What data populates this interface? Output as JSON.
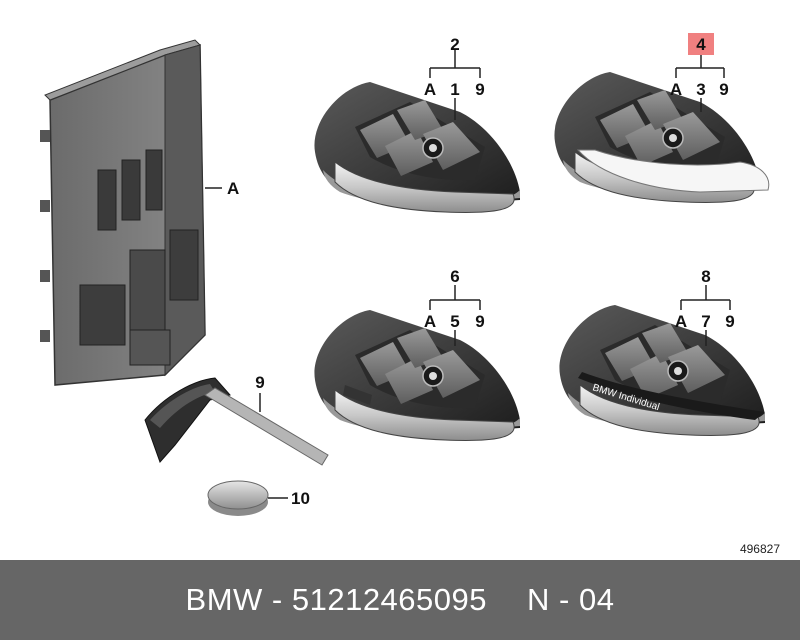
{
  "diagram": {
    "reference": "496827",
    "callouts": {
      "module": "A",
      "key1": {
        "top": "2",
        "left": "A",
        "mid": "1",
        "right": "9"
      },
      "key2": {
        "top": "4",
        "left": "A",
        "mid": "3",
        "right": "9"
      },
      "key3": {
        "top": "6",
        "left": "A",
        "mid": "5",
        "right": "9"
      },
      "key4": {
        "top": "8",
        "left": "A",
        "mid": "7",
        "right": "9"
      },
      "emergency_key": "9",
      "battery": "10"
    },
    "key4_badge": "BMW Individual",
    "highlight_color": "#f08080"
  },
  "footer": {
    "part_text": "BMW - 51212465095",
    "page_text": "N - 04"
  }
}
